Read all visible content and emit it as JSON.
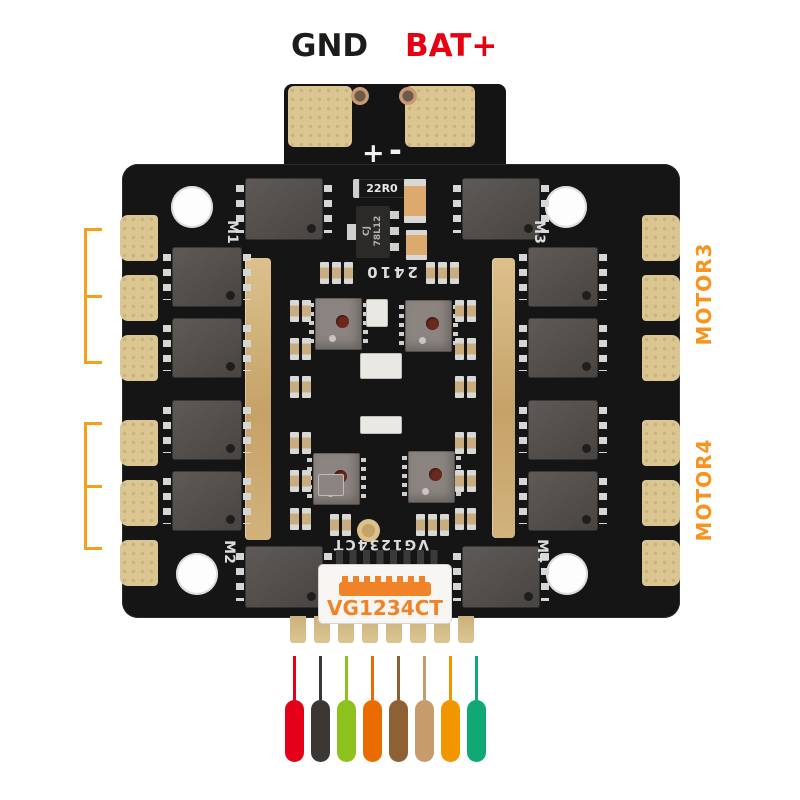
{
  "labels": {
    "gnd": "GND",
    "bat": "BAT+",
    "motor3": "MOTOR3",
    "motor4": "MOTOR4"
  },
  "board_silkscreen": {
    "plus": "+",
    "minus": "-",
    "m1": "M1",
    "m2": "M2",
    "m3": "M3",
    "m4": "M4",
    "rev_code": "2410",
    "part_code": "VG1234CT"
  },
  "components": {
    "resistor": "22R0",
    "regulator_line1": "CJ",
    "regulator_line2": "78L12",
    "connector_label": "VG1234CT"
  },
  "colors": {
    "gnd_text": "#1c1c1a",
    "bat_text": "#e60012",
    "annotation_orange": "#f5a01c",
    "motor_text_orange": "#f7941d",
    "board_black": "#151515",
    "pad_gold": "#dbc692",
    "connector_print_orange": "#f08327",
    "silkscreen_white": "#dcdcdc"
  },
  "wires": [
    {
      "name": "red",
      "color": "#e50019"
    },
    {
      "name": "black",
      "color": "#3b3735"
    },
    {
      "name": "yellow-green",
      "color": "#8dc21e"
    },
    {
      "name": "orange",
      "color": "#ea6c00"
    },
    {
      "name": "brown",
      "color": "#8d6134"
    },
    {
      "name": "tan",
      "color": "#c69c6d"
    },
    {
      "name": "amber",
      "color": "#f29600"
    },
    {
      "name": "green",
      "color": "#10a874"
    }
  ]
}
